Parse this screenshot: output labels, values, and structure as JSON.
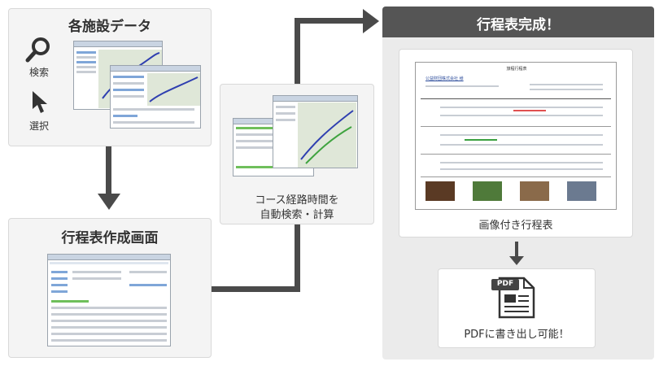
{
  "facility": {
    "title": "各施設データ",
    "search_label": "検索",
    "select_label": "選択"
  },
  "editor": {
    "title": "行程表作成画面"
  },
  "route": {
    "caption_line1": "コース経路時間を",
    "caption_line2": "自動検索・計算"
  },
  "complete": {
    "title": "行程表完成！",
    "doc_header": "旅程行程表",
    "doc_company": "公益財団株式会社 様",
    "image_caption": "画像付き行程表",
    "pdf_badge": "PDF",
    "pdf_caption": "PDFに書き出し可能！"
  },
  "colors": {
    "arrow": "#4a4a4a",
    "banner": "#555555",
    "panel": "#ebebeb",
    "card": "#f4f4f4"
  }
}
